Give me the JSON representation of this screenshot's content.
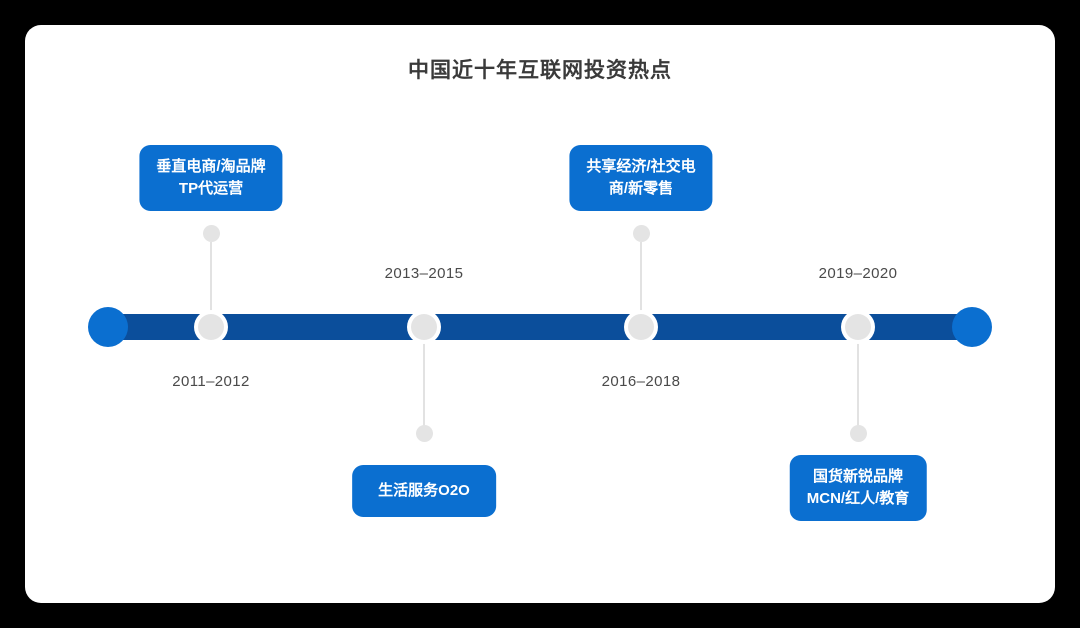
{
  "page": {
    "title": "中国近十年互联网投资热点",
    "background_color": "#000000",
    "canvas_color": "#ffffff"
  },
  "colors": {
    "bar": "#0b4e9b",
    "endpoint": "#0b6fd0",
    "card": "#0b6fd0",
    "marker": "#e4e4e4",
    "connector": "#e2e2e2",
    "title_text": "#3a3a3a",
    "year_text": "#4a4a4a",
    "card_text": "#ffffff"
  },
  "timeline": {
    "orientation": "horizontal",
    "milestones": [
      {
        "year": "2011–2012",
        "year_position": "below",
        "card_position": "above",
        "card_lines": [
          "垂直电商/淘品牌",
          "TP代运营"
        ]
      },
      {
        "year": "2013–2015",
        "year_position": "above",
        "card_position": "below",
        "card_lines": [
          "生活服务O2O"
        ]
      },
      {
        "year": "2016–2018",
        "year_position": "below",
        "card_position": "above",
        "card_lines": [
          "共享经济/社交电",
          "商/新零售"
        ]
      },
      {
        "year": "2019–2020",
        "year_position": "above",
        "card_position": "below",
        "card_lines": [
          "国货新锐品牌",
          "MCN/红人/教育"
        ]
      }
    ]
  }
}
